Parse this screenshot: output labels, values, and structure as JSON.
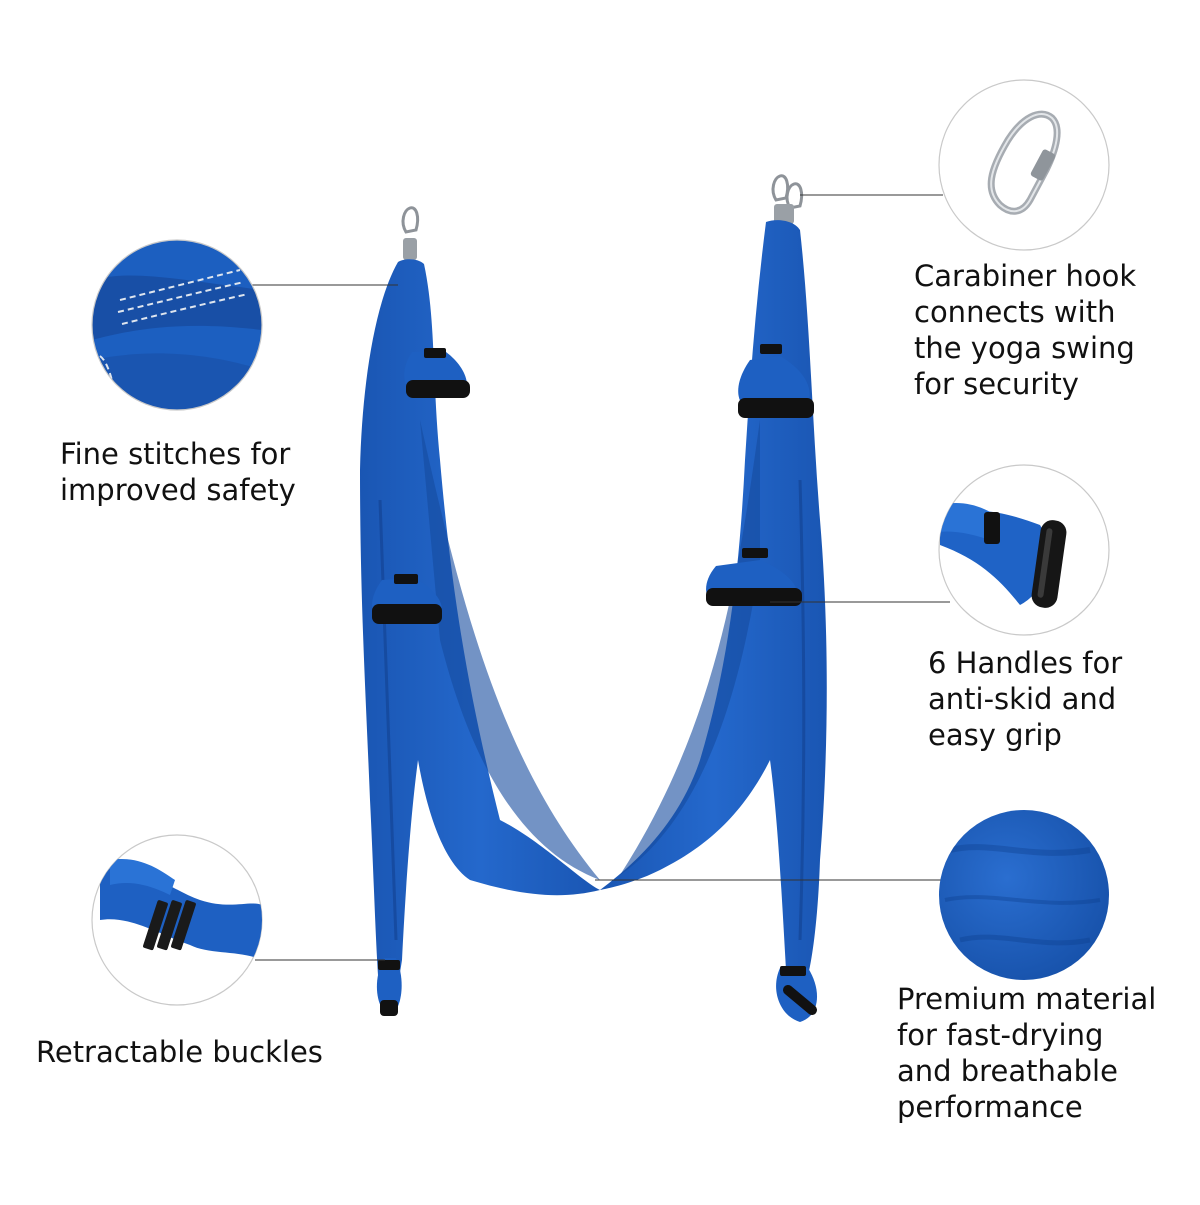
{
  "colors": {
    "fabric": "#1c5fc0",
    "fabric_dark": "#123f8e",
    "fabric_light": "#3a7fd8",
    "handle": "#111111",
    "metal": "#b9bdc2",
    "background": "#ffffff",
    "text": "#111111"
  },
  "features": [
    {
      "id": "stitches",
      "text": "Fine stitches for\nimproved safety",
      "detail_icon": "stitched-fabric-icon"
    },
    {
      "id": "carabiner",
      "text": "Carabiner hook\nconnects with\nthe yoga swing\nfor security",
      "detail_icon": "carabiner-icon"
    },
    {
      "id": "handles",
      "text": "6 Handles for\nanti-skid and\neasy grip",
      "detail_icon": "foam-handle-icon"
    },
    {
      "id": "buckles",
      "text": "Retractable buckles",
      "detail_icon": "buckle-strap-icon"
    },
    {
      "id": "material",
      "text": "Premium material\nfor fast-drying\nand breathable\nperformance",
      "detail_icon": "fabric-texture-icon"
    }
  ]
}
